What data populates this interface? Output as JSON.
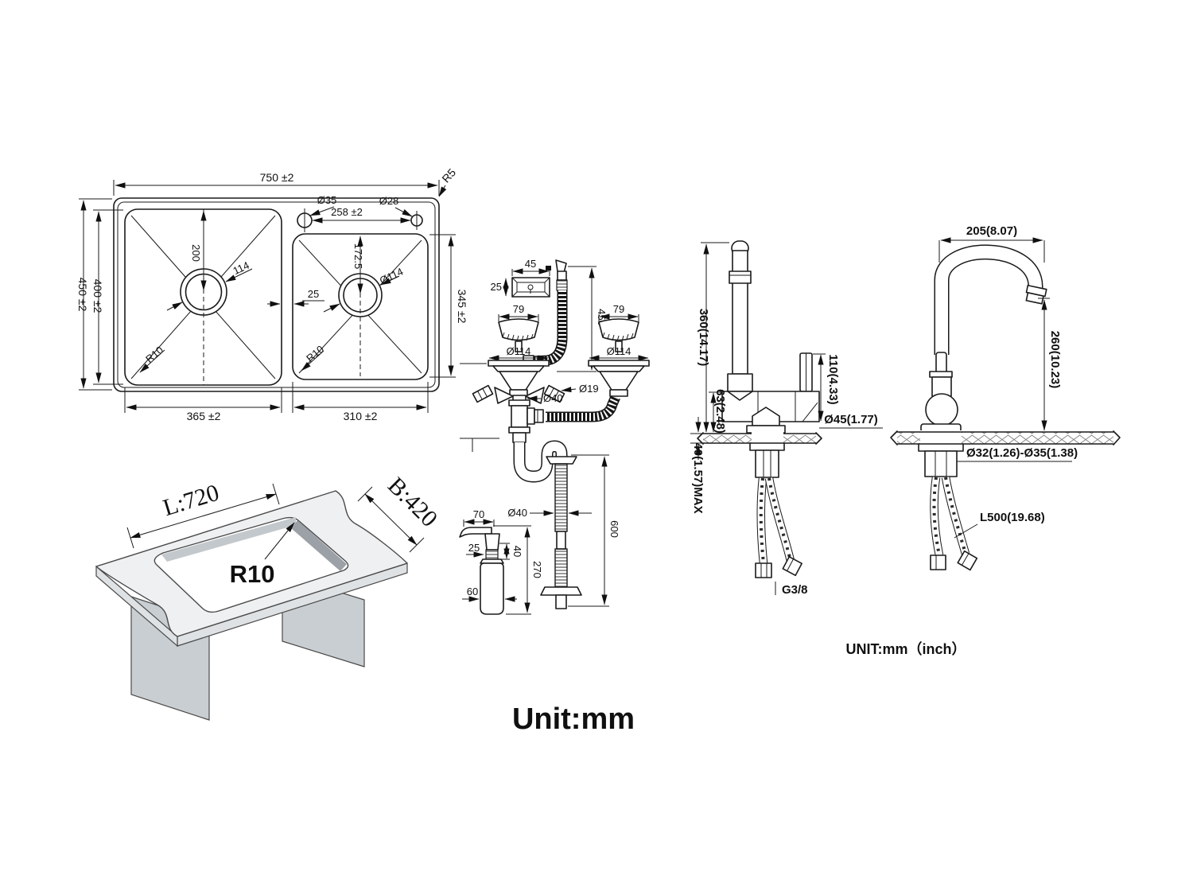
{
  "accent_color": "#1a1a1a",
  "top_view": {
    "width": "750 ±2",
    "corner_r": "R5",
    "hole_left": "Ø35",
    "hole_right": "Ø28",
    "hole_spacing": "258 ±2",
    "depth": "450 ±2",
    "bowl_depth": "400 ±2",
    "left_center": "200",
    "left_drain": "114",
    "left_radius": "R10",
    "gap": "25",
    "right_center": "172.5",
    "right_drain": "Ø114",
    "right_radius": "R10",
    "right_depth": "345 ±2",
    "left_width": "365 ±2",
    "right_width": "310 ±2"
  },
  "cutout_view": {
    "length": "L:720",
    "breadth": "B:420",
    "radius": "R10"
  },
  "drain_assembly": {
    "overflow_w": "45",
    "overflow_h": "25",
    "basket_left": "79",
    "basket_right": "79",
    "flange_left": "Ø114",
    "flange_right": "Ø114",
    "overflow_len": "450",
    "barb_dia": "Ø19",
    "pipe_dia": "Ø40",
    "tail_dia": "Ø40",
    "tail_len": "600",
    "disp_spout": "70",
    "disp_neck": "25",
    "disp_thread": "40",
    "disp_height": "270",
    "disp_dia": "60"
  },
  "faucet_side": {
    "height": "360(14.17)",
    "body_height": "63(2.48)",
    "handle_height": "110(4.33)",
    "base_dia": "Ø45(1.77)",
    "deck_max": "40(1.57)MAX",
    "thread": "G3/8"
  },
  "faucet_goose": {
    "reach": "205(8.07)",
    "height": "260(10.23)",
    "hole_range": "Ø32(1.26)-Ø35(1.38)",
    "hose_length": "L500(19.68)"
  },
  "units": {
    "center": "Unit:mm",
    "right": "UNIT:mm（inch）"
  }
}
